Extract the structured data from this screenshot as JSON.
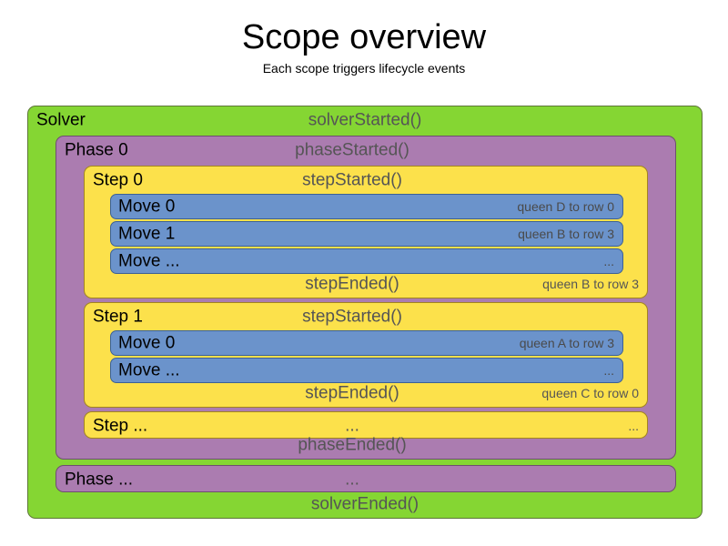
{
  "header": {
    "title": "Scope overview",
    "subtitle": "Each scope triggers lifecycle events"
  },
  "colors": {
    "solver": "#85d633",
    "phase": "#ab7cb0",
    "step": "#fce14b",
    "move": "#6b93cb",
    "event_text": "#555555",
    "label_text": "#000000",
    "background": "#ffffff"
  },
  "solver": {
    "label": "Solver",
    "started_event": "solverStarted()",
    "ended_event": "solverEnded()"
  },
  "phase0": {
    "label": "Phase 0",
    "started_event": "phaseStarted()",
    "ended_event": "phaseEnded()"
  },
  "phase_more": {
    "label": "Phase ...",
    "event": "..."
  },
  "step0": {
    "label": "Step 0",
    "started_event": "stepStarted()",
    "ended_event": "stepEnded()",
    "ended_value": "queen B to row 3",
    "moves": [
      {
        "label": "Move 0",
        "value": "queen D to row 0"
      },
      {
        "label": "Move 1",
        "value": "queen B to row 3"
      },
      {
        "label": "Move ...",
        "value": "..."
      }
    ]
  },
  "step1": {
    "label": "Step 1",
    "started_event": "stepStarted()",
    "ended_event": "stepEnded()",
    "ended_value": "queen C to row 0",
    "moves": [
      {
        "label": "Move 0",
        "value": "queen A to row 3"
      },
      {
        "label": "Move ...",
        "value": "..."
      }
    ]
  },
  "step_more": {
    "label": "Step ...",
    "event": "...",
    "value": "..."
  }
}
